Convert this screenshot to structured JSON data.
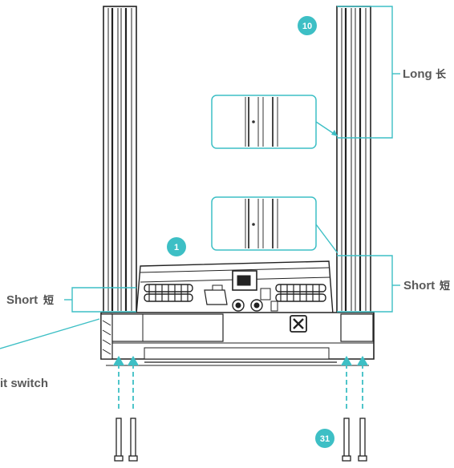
{
  "badges": {
    "part_1": "1",
    "part_10": "10",
    "part_31": "31"
  },
  "labels": {
    "long_en": "Long",
    "long_cn": "长",
    "short_right_en": "Short",
    "short_right_cn": "短",
    "short_left_en": "Short",
    "short_left_cn": "短",
    "switch_fragment": "it switch"
  },
  "icons": {
    "logo": "x-logo-icon"
  },
  "colors": {
    "accent": "#3dbfc5",
    "line": "#222222",
    "label": "#5a5a5a"
  }
}
